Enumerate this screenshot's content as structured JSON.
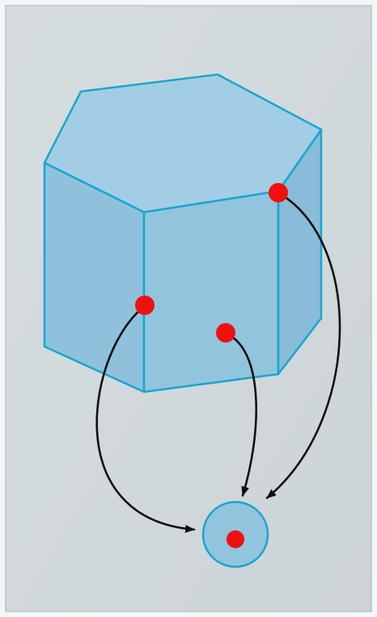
{
  "diagram": {
    "colors": {
      "background": "#d3dadd",
      "panel_border": "#f4f6f7",
      "solid_fill": "#9cc9e2",
      "solid_stroke": "#1aa5cf",
      "point": "#ee1111",
      "arrow": "#111111"
    },
    "solid": {
      "shape": "hexagonal-prism"
    },
    "points": [
      {
        "name": "corner-point"
      },
      {
        "name": "edge-point"
      },
      {
        "name": "face-point"
      }
    ],
    "target": {
      "shape": "circle"
    },
    "arrows": [
      {
        "from": "corner-point",
        "to": "target"
      },
      {
        "from": "edge-point",
        "to": "target"
      },
      {
        "from": "face-point",
        "to": "target"
      }
    ]
  }
}
